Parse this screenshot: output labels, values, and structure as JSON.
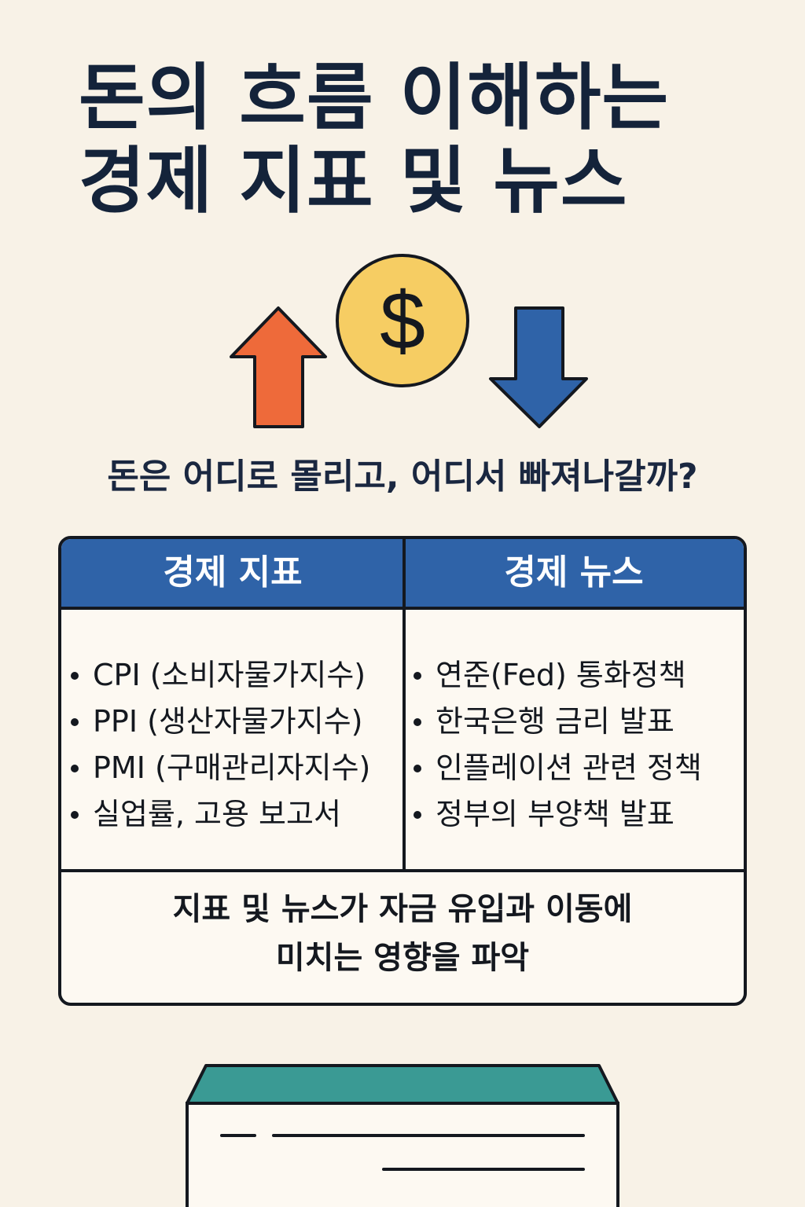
{
  "title": {
    "line1": "돈의 흐름 이해하는",
    "line2": "경제 지표 및 뉴스"
  },
  "hero": {
    "coin_symbol": "$",
    "icons": [
      "arrow-up-icon",
      "dollar-coin-icon",
      "arrow-down-icon"
    ],
    "colors": {
      "up_arrow": "#ee6a3a",
      "coin": "#f6cd63",
      "down_arrow": "#2f63a8"
    }
  },
  "subtitle": "돈은 어디로 몰리고, 어디서 빠져나갈까?",
  "table": {
    "header_color": "#2f63a8",
    "left_header": "경제 지표",
    "right_header": "경제 뉴스",
    "left_items": [
      "CPI (소비자물가지수)",
      "PPI (생산자물가지수)",
      "PMI (구매관리자지수)",
      "실업률, 고용 보고서"
    ],
    "right_items": [
      "연준(Fed) 통화정책",
      "한국은행 금리 발표",
      "인플레이션 관련 정책",
      "정부의 부양책 발표"
    ],
    "footer_line1": "지표 및 뉴스가 자금 유입과 이동에",
    "footer_line2": "미치는 영향을 파악"
  },
  "document": {
    "icon": "document-icon",
    "header_color": "#3a9a94"
  }
}
